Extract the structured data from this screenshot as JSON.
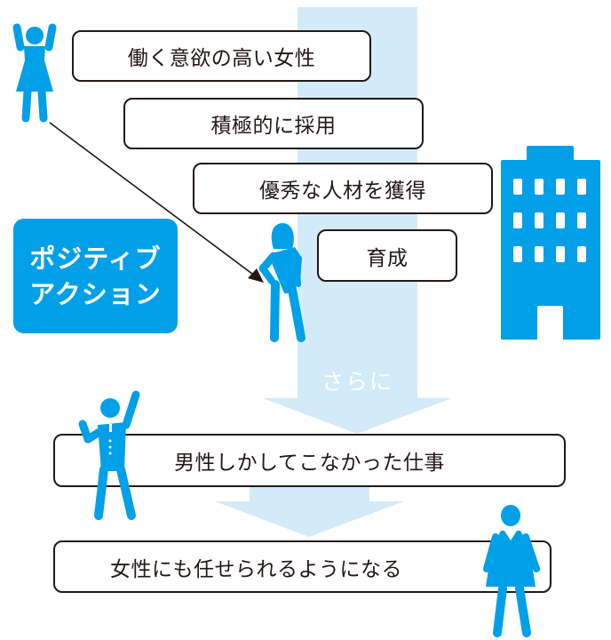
{
  "colors": {
    "accent_blue": "#00a0e9",
    "light_blue": "#d3ebf8",
    "text": "#231815",
    "white": "#ffffff"
  },
  "flow": {
    "steps": [
      {
        "label": "働く意欲の高い女性"
      },
      {
        "label": "積極的に採用"
      },
      {
        "label": "優秀な人材を獲得"
      },
      {
        "label": "育成"
      }
    ],
    "connector_label": "さらに",
    "outcomes": [
      {
        "label": "男性しかしてこなかった仕事"
      },
      {
        "label": "女性にも任せられるようになる"
      }
    ]
  },
  "badge": {
    "line1": "ポジティブ",
    "line2": "アクション"
  },
  "icons": {
    "woman_cheering": "woman-cheering-icon",
    "woman_standing": "woman-hand-on-hip-icon",
    "company_building": "office-building-icon",
    "man_cheering": "businessman-cheering-icon",
    "woman_office": "office-woman-icon"
  }
}
